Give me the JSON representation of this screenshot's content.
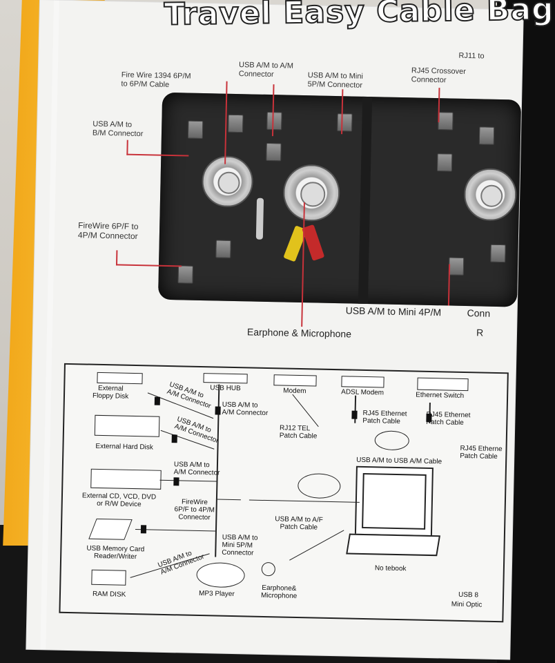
{
  "title": "Travel Easy Cable Bag",
  "top_labels": {
    "firewire_1394": [
      "Fire Wire 1394 6P/M",
      "to 6P/M Cable"
    ],
    "usb_am_am": [
      "USB A/M to A/M",
      "Connector"
    ],
    "usb_am_mini5p": [
      "USB A/M to Mini",
      "5P/M Connector"
    ],
    "rj11": "RJ11 to",
    "rj45_crossover": [
      "RJ45 Crossover",
      "Connector"
    ],
    "usb_am_bm": [
      "USB A/M to",
      "B/M Connector"
    ],
    "firewire_6pf": [
      "FireWire 6P/F to",
      "4P/M Connector"
    ],
    "usb_mini4p": "USB A/M to Mini 4P/M",
    "conn_cut": "Conn",
    "r_cut": "R",
    "earphone_mic": "Earphone & Microphone"
  },
  "diagram": {
    "external_floppy": [
      "External",
      "Floppy Disk"
    ],
    "usb_hub": "USB HUB",
    "modem": "Modem",
    "adsl_modem": "ADSL Modem",
    "ethernet_switch": "Ethernet Switch",
    "usb_am_conn_1": [
      "USB A/M to",
      "A/M Connector"
    ],
    "usb_am_conn_2": [
      "USB A/M to",
      "A/M Connector"
    ],
    "external_hdd": "External Hard Disk",
    "usb_am_conn_3": [
      "USB A/M to",
      "A/M Connector"
    ],
    "rj12_tel": [
      "RJ12 TEL",
      "Patch Cable"
    ],
    "rj45_eth_1": [
      "RJ45 Ethernet",
      "Patch Cable"
    ],
    "rj45_eth_2": [
      "RJ45 Ethernet",
      "Patch Cable"
    ],
    "rj45_eth_3": [
      "RJ45 Etherne",
      "Patch Cable"
    ],
    "usb_am_am_cable": "USB A/M to USB A/M Cable",
    "usb_am_conn_4": [
      "USB A/M to",
      "A/M Connector"
    ],
    "external_cd": [
      "External CD, VCD, DVD",
      "or R/W Device"
    ],
    "firewire_6pf_4pm": [
      "FireWire",
      "6P/F to 4P/M",
      "Connector"
    ],
    "usb_am_af": [
      "USB A/M to A/F",
      "Patch Cable"
    ],
    "usb_memory": [
      "USB Memory Card",
      "Reader/Writer"
    ],
    "usb_am_mini5p": [
      "USB A/M to",
      "Mini 5P/M",
      "Connector"
    ],
    "usb_am_conn_5": [
      "USB A/M to",
      "A/M Connector"
    ],
    "ram_disk": "RAM DISK",
    "mp3_player": "MP3 Player",
    "earphone_mic": [
      "Earphone&",
      "Microphone"
    ],
    "notebook": "No tebook",
    "usb_8": "USB 8",
    "mini_optic": "Mini Optic"
  },
  "colors": {
    "callout_red": "#c8323a",
    "package_yellow": "#f5b52a",
    "case_black": "#2a2a2a"
  }
}
